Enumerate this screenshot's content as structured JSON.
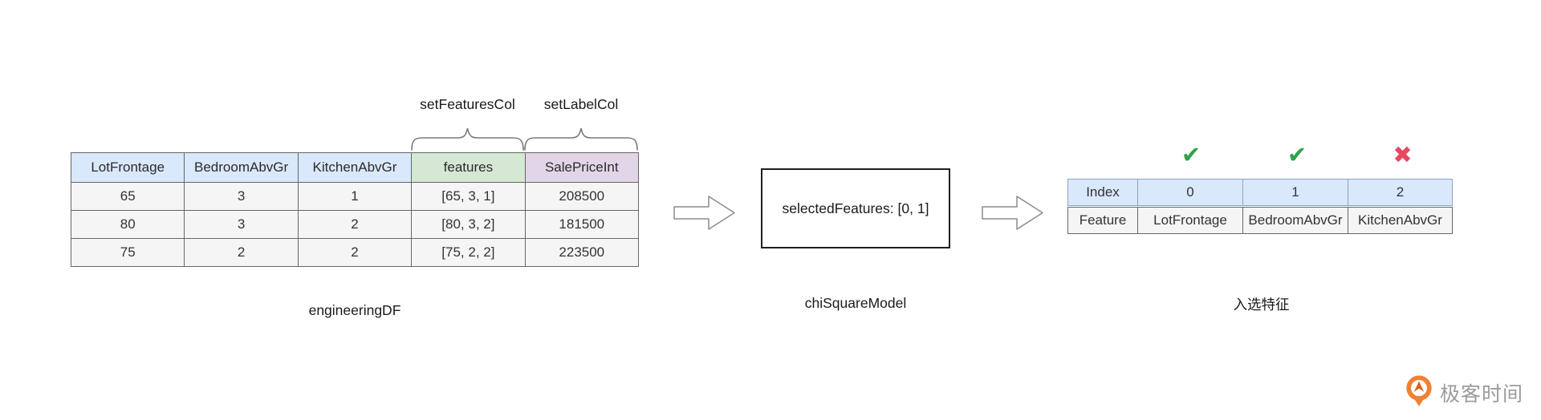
{
  "page": {
    "background": "#FFFFFF"
  },
  "left_table": {
    "caption": "engineeringDF",
    "row_fill": "#F5F5F5",
    "columns": [
      {
        "label": "LotFrontage",
        "fill": "#DAE8FC"
      },
      {
        "label": "BedroomAbvGr",
        "fill": "#DAE8FC"
      },
      {
        "label": "KitchenAbvGr",
        "fill": "#DAE8FC"
      },
      {
        "label": "features",
        "fill": "#D5E8D4"
      },
      {
        "label": "SalePriceInt",
        "fill": "#E1D5E7"
      }
    ],
    "rows": [
      [
        "65",
        "3",
        "1",
        "[65, 3, 1]",
        "208500"
      ],
      [
        "80",
        "3",
        "2",
        "[80, 3, 2]",
        "181500"
      ],
      [
        "75",
        "2",
        "2",
        "[75, 2, 2]",
        "223500"
      ]
    ],
    "braces": {
      "features_label": "setFeaturesCol",
      "label_col_label": "setLabelCol"
    }
  },
  "model": {
    "box_text": "selectedFeatures: [0, 1]",
    "caption": "chiSquareModel"
  },
  "right_table": {
    "caption": "入选特征",
    "marks": [
      {
        "name": "check",
        "glyph": "✔",
        "color": "#31A24C"
      },
      {
        "name": "check",
        "glyph": "✔",
        "color": "#31A24C"
      },
      {
        "name": "cross",
        "glyph": "✖",
        "color": "#E8495F"
      }
    ],
    "index_row": {
      "fill": "#DAE8FC",
      "cells": [
        "Index",
        "0",
        "1",
        "2"
      ]
    },
    "feature_row": {
      "fill": "#F5F5F5",
      "cells": [
        "Feature",
        "LotFrontage",
        "BedroomAbvGr",
        "KitchenAbvGr"
      ]
    }
  },
  "flow": {
    "arrow_color": "#8C8C8C"
  },
  "logo": {
    "text": "极客时间",
    "icon_color": "#F08135",
    "text_color": "#9B9B9B"
  }
}
